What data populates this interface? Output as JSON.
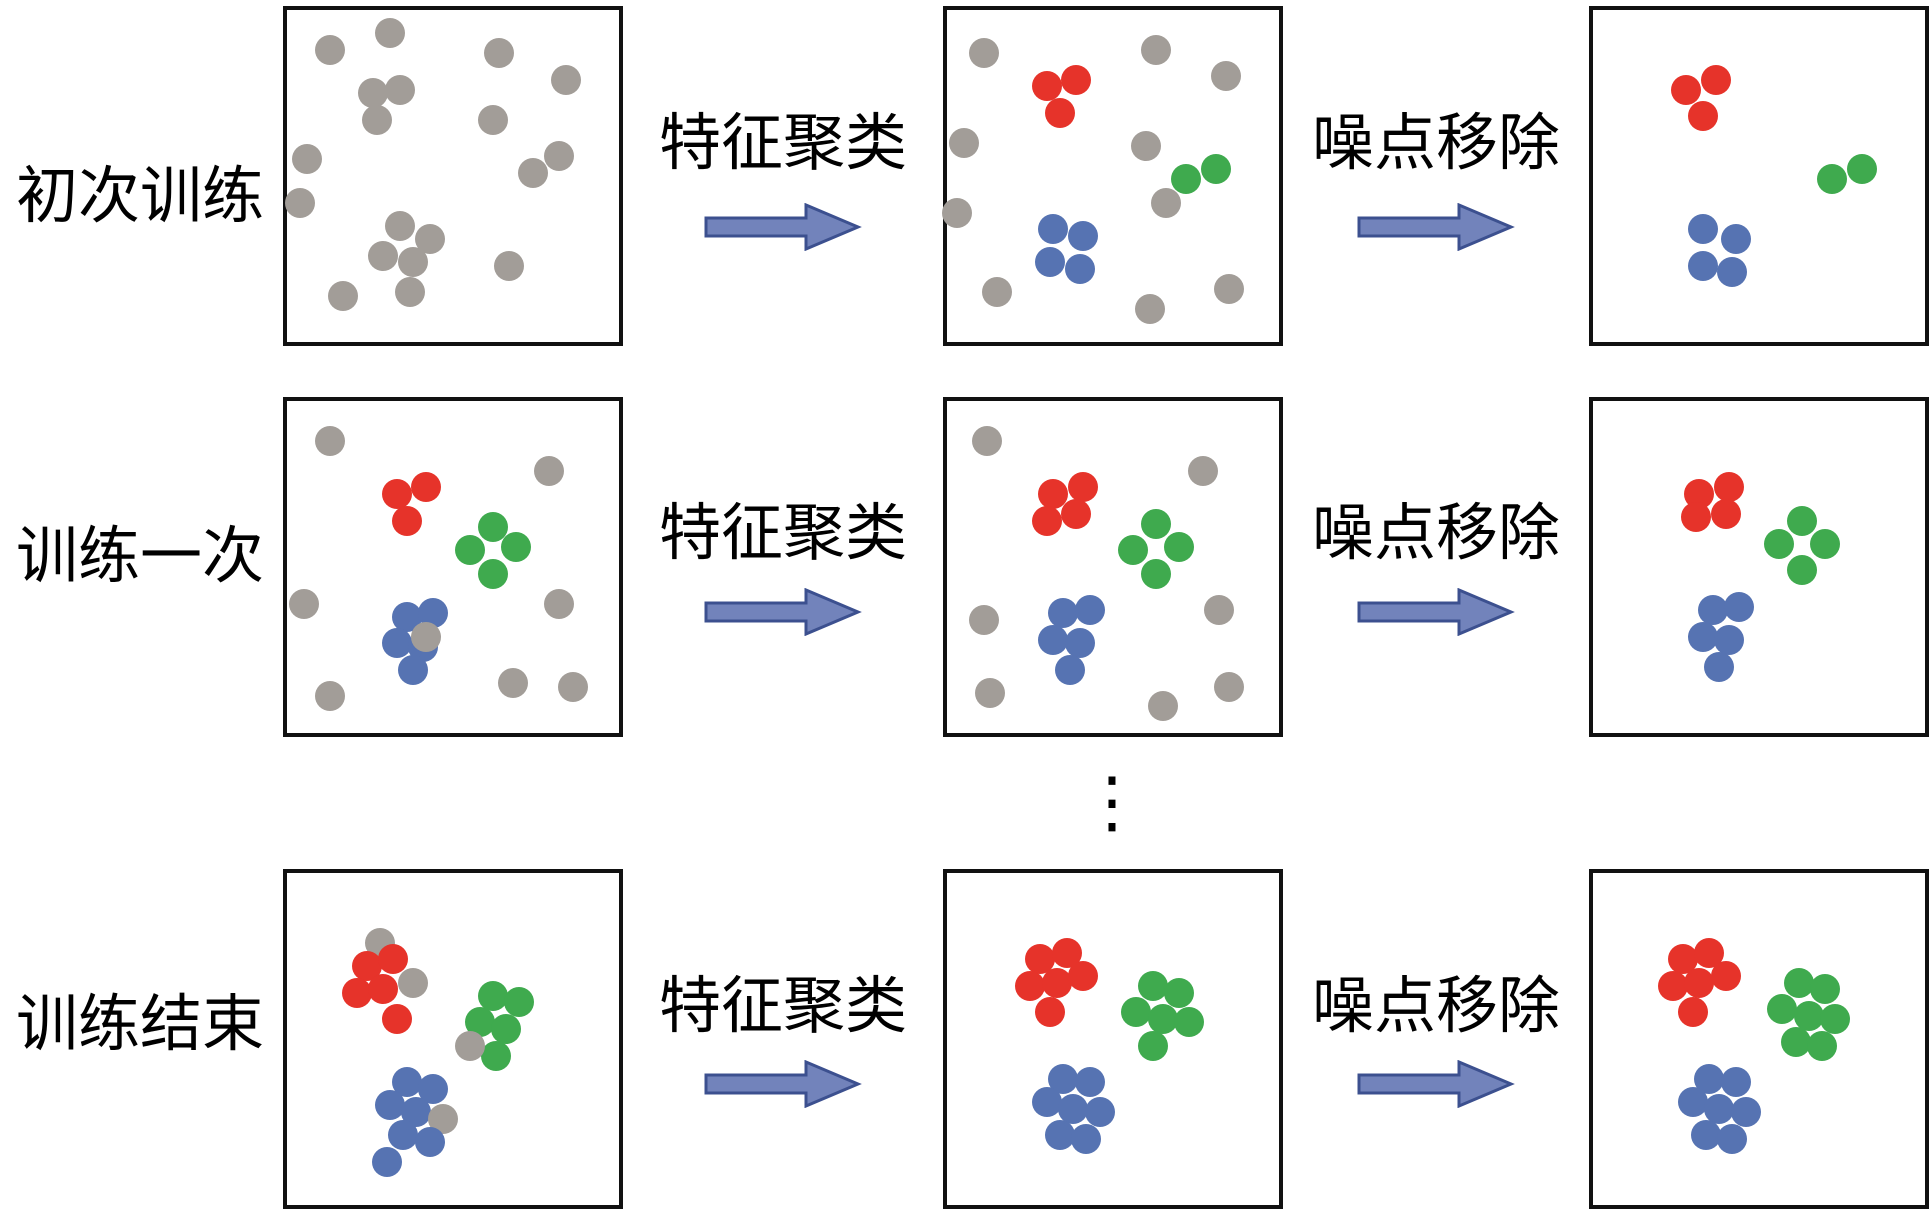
{
  "figure": {
    "title_semantic": "iterative feature clustering and noise removal diagram",
    "ellipsis": "⋮",
    "colors": {
      "noise": "#a29d98",
      "red": "#e6332a",
      "green": "#3faa4e",
      "blue": "#5673b2",
      "arrow_fill": "#7283bb",
      "arrow_stroke": "#3c508f",
      "box_border": "#111111",
      "text": "#000000"
    },
    "rows": [
      {
        "label": "初次训练",
        "cluster_step_label": "特征聚类",
        "denoise_step_label": "噪点移除",
        "boxes": [
          {
            "dots": [
              {
                "x": 0.13,
                "y": 0.12,
                "c": "noise"
              },
              {
                "x": 0.31,
                "y": 0.07,
                "c": "noise"
              },
              {
                "x": 0.64,
                "y": 0.13,
                "c": "noise"
              },
              {
                "x": 0.84,
                "y": 0.21,
                "c": "noise"
              },
              {
                "x": 0.26,
                "y": 0.25,
                "c": "noise"
              },
              {
                "x": 0.34,
                "y": 0.24,
                "c": "noise"
              },
              {
                "x": 0.27,
                "y": 0.33,
                "c": "noise"
              },
              {
                "x": 0.62,
                "y": 0.33,
                "c": "noise"
              },
              {
                "x": 0.06,
                "y": 0.45,
                "c": "noise"
              },
              {
                "x": 0.74,
                "y": 0.49,
                "c": "noise"
              },
              {
                "x": 0.82,
                "y": 0.44,
                "c": "noise"
              },
              {
                "x": 0.04,
                "y": 0.58,
                "c": "noise"
              },
              {
                "x": 0.34,
                "y": 0.65,
                "c": "noise"
              },
              {
                "x": 0.43,
                "y": 0.69,
                "c": "noise"
              },
              {
                "x": 0.29,
                "y": 0.74,
                "c": "noise"
              },
              {
                "x": 0.38,
                "y": 0.76,
                "c": "noise"
              },
              {
                "x": 0.67,
                "y": 0.77,
                "c": "noise"
              },
              {
                "x": 0.17,
                "y": 0.86,
                "c": "noise"
              },
              {
                "x": 0.37,
                "y": 0.85,
                "c": "noise"
              }
            ]
          },
          {
            "dots": [
              {
                "x": 0.3,
                "y": 0.23,
                "c": "red"
              },
              {
                "x": 0.39,
                "y": 0.21,
                "c": "red"
              },
              {
                "x": 0.34,
                "y": 0.31,
                "c": "red"
              },
              {
                "x": 0.72,
                "y": 0.51,
                "c": "green"
              },
              {
                "x": 0.81,
                "y": 0.48,
                "c": "green"
              },
              {
                "x": 0.32,
                "y": 0.66,
                "c": "blue"
              },
              {
                "x": 0.41,
                "y": 0.68,
                "c": "blue"
              },
              {
                "x": 0.31,
                "y": 0.76,
                "c": "blue"
              },
              {
                "x": 0.4,
                "y": 0.78,
                "c": "blue"
              },
              {
                "x": 0.11,
                "y": 0.13,
                "c": "noise"
              },
              {
                "x": 0.63,
                "y": 0.12,
                "c": "noise"
              },
              {
                "x": 0.84,
                "y": 0.2,
                "c": "noise"
              },
              {
                "x": 0.05,
                "y": 0.4,
                "c": "noise"
              },
              {
                "x": 0.6,
                "y": 0.41,
                "c": "noise"
              },
              {
                "x": 0.03,
                "y": 0.61,
                "c": "noise"
              },
              {
                "x": 0.66,
                "y": 0.58,
                "c": "noise"
              },
              {
                "x": 0.15,
                "y": 0.85,
                "c": "noise"
              },
              {
                "x": 0.85,
                "y": 0.84,
                "c": "noise"
              },
              {
                "x": 0.61,
                "y": 0.9,
                "c": "noise"
              }
            ]
          },
          {
            "dots": [
              {
                "x": 0.28,
                "y": 0.24,
                "c": "red"
              },
              {
                "x": 0.37,
                "y": 0.21,
                "c": "red"
              },
              {
                "x": 0.33,
                "y": 0.32,
                "c": "red"
              },
              {
                "x": 0.72,
                "y": 0.51,
                "c": "green"
              },
              {
                "x": 0.81,
                "y": 0.48,
                "c": "green"
              },
              {
                "x": 0.33,
                "y": 0.66,
                "c": "blue"
              },
              {
                "x": 0.43,
                "y": 0.69,
                "c": "blue"
              },
              {
                "x": 0.33,
                "y": 0.77,
                "c": "blue"
              },
              {
                "x": 0.42,
                "y": 0.79,
                "c": "blue"
              }
            ]
          }
        ]
      },
      {
        "label": "训练一次",
        "cluster_step_label": "特征聚类",
        "denoise_step_label": "噪点移除",
        "boxes": [
          {
            "dots": [
              {
                "x": 0.33,
                "y": 0.28,
                "c": "red"
              },
              {
                "x": 0.42,
                "y": 0.26,
                "c": "red"
              },
              {
                "x": 0.36,
                "y": 0.36,
                "c": "red"
              },
              {
                "x": 0.62,
                "y": 0.38,
                "c": "green"
              },
              {
                "x": 0.55,
                "y": 0.45,
                "c": "green"
              },
              {
                "x": 0.69,
                "y": 0.44,
                "c": "green"
              },
              {
                "x": 0.62,
                "y": 0.52,
                "c": "green"
              },
              {
                "x": 0.36,
                "y": 0.65,
                "c": "blue"
              },
              {
                "x": 0.44,
                "y": 0.64,
                "c": "blue"
              },
              {
                "x": 0.33,
                "y": 0.73,
                "c": "blue"
              },
              {
                "x": 0.41,
                "y": 0.74,
                "c": "blue"
              },
              {
                "x": 0.38,
                "y": 0.81,
                "c": "blue"
              },
              {
                "x": 0.13,
                "y": 0.12,
                "c": "noise"
              },
              {
                "x": 0.79,
                "y": 0.21,
                "c": "noise"
              },
              {
                "x": 0.05,
                "y": 0.61,
                "c": "noise"
              },
              {
                "x": 0.82,
                "y": 0.61,
                "c": "noise"
              },
              {
                "x": 0.42,
                "y": 0.71,
                "c": "noise"
              },
              {
                "x": 0.13,
                "y": 0.89,
                "c": "noise"
              },
              {
                "x": 0.68,
                "y": 0.85,
                "c": "noise"
              },
              {
                "x": 0.86,
                "y": 0.86,
                "c": "noise"
              }
            ]
          },
          {
            "dots": [
              {
                "x": 0.32,
                "y": 0.28,
                "c": "red"
              },
              {
                "x": 0.41,
                "y": 0.26,
                "c": "red"
              },
              {
                "x": 0.3,
                "y": 0.36,
                "c": "red"
              },
              {
                "x": 0.39,
                "y": 0.34,
                "c": "red"
              },
              {
                "x": 0.63,
                "y": 0.37,
                "c": "green"
              },
              {
                "x": 0.7,
                "y": 0.44,
                "c": "green"
              },
              {
                "x": 0.56,
                "y": 0.45,
                "c": "green"
              },
              {
                "x": 0.63,
                "y": 0.52,
                "c": "green"
              },
              {
                "x": 0.35,
                "y": 0.64,
                "c": "blue"
              },
              {
                "x": 0.43,
                "y": 0.63,
                "c": "blue"
              },
              {
                "x": 0.32,
                "y": 0.72,
                "c": "blue"
              },
              {
                "x": 0.4,
                "y": 0.73,
                "c": "blue"
              },
              {
                "x": 0.37,
                "y": 0.81,
                "c": "blue"
              },
              {
                "x": 0.12,
                "y": 0.12,
                "c": "noise"
              },
              {
                "x": 0.77,
                "y": 0.21,
                "c": "noise"
              },
              {
                "x": 0.11,
                "y": 0.66,
                "c": "noise"
              },
              {
                "x": 0.82,
                "y": 0.63,
                "c": "noise"
              },
              {
                "x": 0.13,
                "y": 0.88,
                "c": "noise"
              },
              {
                "x": 0.65,
                "y": 0.92,
                "c": "noise"
              },
              {
                "x": 0.85,
                "y": 0.86,
                "c": "noise"
              }
            ]
          },
          {
            "dots": [
              {
                "x": 0.32,
                "y": 0.28,
                "c": "red"
              },
              {
                "x": 0.41,
                "y": 0.26,
                "c": "red"
              },
              {
                "x": 0.31,
                "y": 0.35,
                "c": "red"
              },
              {
                "x": 0.4,
                "y": 0.34,
                "c": "red"
              },
              {
                "x": 0.63,
                "y": 0.36,
                "c": "green"
              },
              {
                "x": 0.7,
                "y": 0.43,
                "c": "green"
              },
              {
                "x": 0.56,
                "y": 0.43,
                "c": "green"
              },
              {
                "x": 0.63,
                "y": 0.51,
                "c": "green"
              },
              {
                "x": 0.36,
                "y": 0.63,
                "c": "blue"
              },
              {
                "x": 0.44,
                "y": 0.62,
                "c": "blue"
              },
              {
                "x": 0.33,
                "y": 0.71,
                "c": "blue"
              },
              {
                "x": 0.41,
                "y": 0.72,
                "c": "blue"
              },
              {
                "x": 0.38,
                "y": 0.8,
                "c": "blue"
              }
            ]
          }
        ]
      },
      {
        "label": "训练结束",
        "cluster_step_label": "特征聚类",
        "denoise_step_label": "噪点移除",
        "boxes": [
          {
            "dots": [
              {
                "x": 0.28,
                "y": 0.21,
                "c": "noise"
              },
              {
                "x": 0.24,
                "y": 0.28,
                "c": "red"
              },
              {
                "x": 0.32,
                "y": 0.26,
                "c": "red"
              },
              {
                "x": 0.21,
                "y": 0.36,
                "c": "red"
              },
              {
                "x": 0.29,
                "y": 0.35,
                "c": "red"
              },
              {
                "x": 0.38,
                "y": 0.33,
                "c": "noise"
              },
              {
                "x": 0.33,
                "y": 0.44,
                "c": "red"
              },
              {
                "x": 0.62,
                "y": 0.37,
                "c": "green"
              },
              {
                "x": 0.7,
                "y": 0.39,
                "c": "green"
              },
              {
                "x": 0.58,
                "y": 0.45,
                "c": "green"
              },
              {
                "x": 0.66,
                "y": 0.47,
                "c": "green"
              },
              {
                "x": 0.63,
                "y": 0.55,
                "c": "green"
              },
              {
                "x": 0.55,
                "y": 0.52,
                "c": "noise"
              },
              {
                "x": 0.36,
                "y": 0.63,
                "c": "blue"
              },
              {
                "x": 0.44,
                "y": 0.65,
                "c": "blue"
              },
              {
                "x": 0.31,
                "y": 0.7,
                "c": "blue"
              },
              {
                "x": 0.39,
                "y": 0.72,
                "c": "blue"
              },
              {
                "x": 0.47,
                "y": 0.74,
                "c": "noise"
              },
              {
                "x": 0.35,
                "y": 0.79,
                "c": "blue"
              },
              {
                "x": 0.43,
                "y": 0.81,
                "c": "blue"
              },
              {
                "x": 0.3,
                "y": 0.87,
                "c": "blue"
              }
            ]
          },
          {
            "dots": [
              {
                "x": 0.28,
                "y": 0.26,
                "c": "red"
              },
              {
                "x": 0.36,
                "y": 0.24,
                "c": "red"
              },
              {
                "x": 0.25,
                "y": 0.34,
                "c": "red"
              },
              {
                "x": 0.33,
                "y": 0.33,
                "c": "red"
              },
              {
                "x": 0.41,
                "y": 0.31,
                "c": "red"
              },
              {
                "x": 0.31,
                "y": 0.42,
                "c": "red"
              },
              {
                "x": 0.62,
                "y": 0.34,
                "c": "green"
              },
              {
                "x": 0.7,
                "y": 0.36,
                "c": "green"
              },
              {
                "x": 0.57,
                "y": 0.42,
                "c": "green"
              },
              {
                "x": 0.65,
                "y": 0.44,
                "c": "green"
              },
              {
                "x": 0.73,
                "y": 0.45,
                "c": "green"
              },
              {
                "x": 0.62,
                "y": 0.52,
                "c": "green"
              },
              {
                "x": 0.35,
                "y": 0.62,
                "c": "blue"
              },
              {
                "x": 0.43,
                "y": 0.63,
                "c": "blue"
              },
              {
                "x": 0.3,
                "y": 0.69,
                "c": "blue"
              },
              {
                "x": 0.38,
                "y": 0.71,
                "c": "blue"
              },
              {
                "x": 0.46,
                "y": 0.72,
                "c": "blue"
              },
              {
                "x": 0.34,
                "y": 0.79,
                "c": "blue"
              },
              {
                "x": 0.42,
                "y": 0.8,
                "c": "blue"
              }
            ]
          },
          {
            "dots": [
              {
                "x": 0.27,
                "y": 0.26,
                "c": "red"
              },
              {
                "x": 0.35,
                "y": 0.24,
                "c": "red"
              },
              {
                "x": 0.24,
                "y": 0.34,
                "c": "red"
              },
              {
                "x": 0.32,
                "y": 0.33,
                "c": "red"
              },
              {
                "x": 0.4,
                "y": 0.31,
                "c": "red"
              },
              {
                "x": 0.3,
                "y": 0.42,
                "c": "red"
              },
              {
                "x": 0.62,
                "y": 0.33,
                "c": "green"
              },
              {
                "x": 0.7,
                "y": 0.35,
                "c": "green"
              },
              {
                "x": 0.57,
                "y": 0.41,
                "c": "green"
              },
              {
                "x": 0.65,
                "y": 0.43,
                "c": "green"
              },
              {
                "x": 0.73,
                "y": 0.44,
                "c": "green"
              },
              {
                "x": 0.61,
                "y": 0.51,
                "c": "green"
              },
              {
                "x": 0.69,
                "y": 0.52,
                "c": "green"
              },
              {
                "x": 0.35,
                "y": 0.62,
                "c": "blue"
              },
              {
                "x": 0.43,
                "y": 0.63,
                "c": "blue"
              },
              {
                "x": 0.3,
                "y": 0.69,
                "c": "blue"
              },
              {
                "x": 0.38,
                "y": 0.71,
                "c": "blue"
              },
              {
                "x": 0.46,
                "y": 0.72,
                "c": "blue"
              },
              {
                "x": 0.34,
                "y": 0.79,
                "c": "blue"
              },
              {
                "x": 0.42,
                "y": 0.8,
                "c": "blue"
              }
            ]
          }
        ]
      }
    ]
  }
}
